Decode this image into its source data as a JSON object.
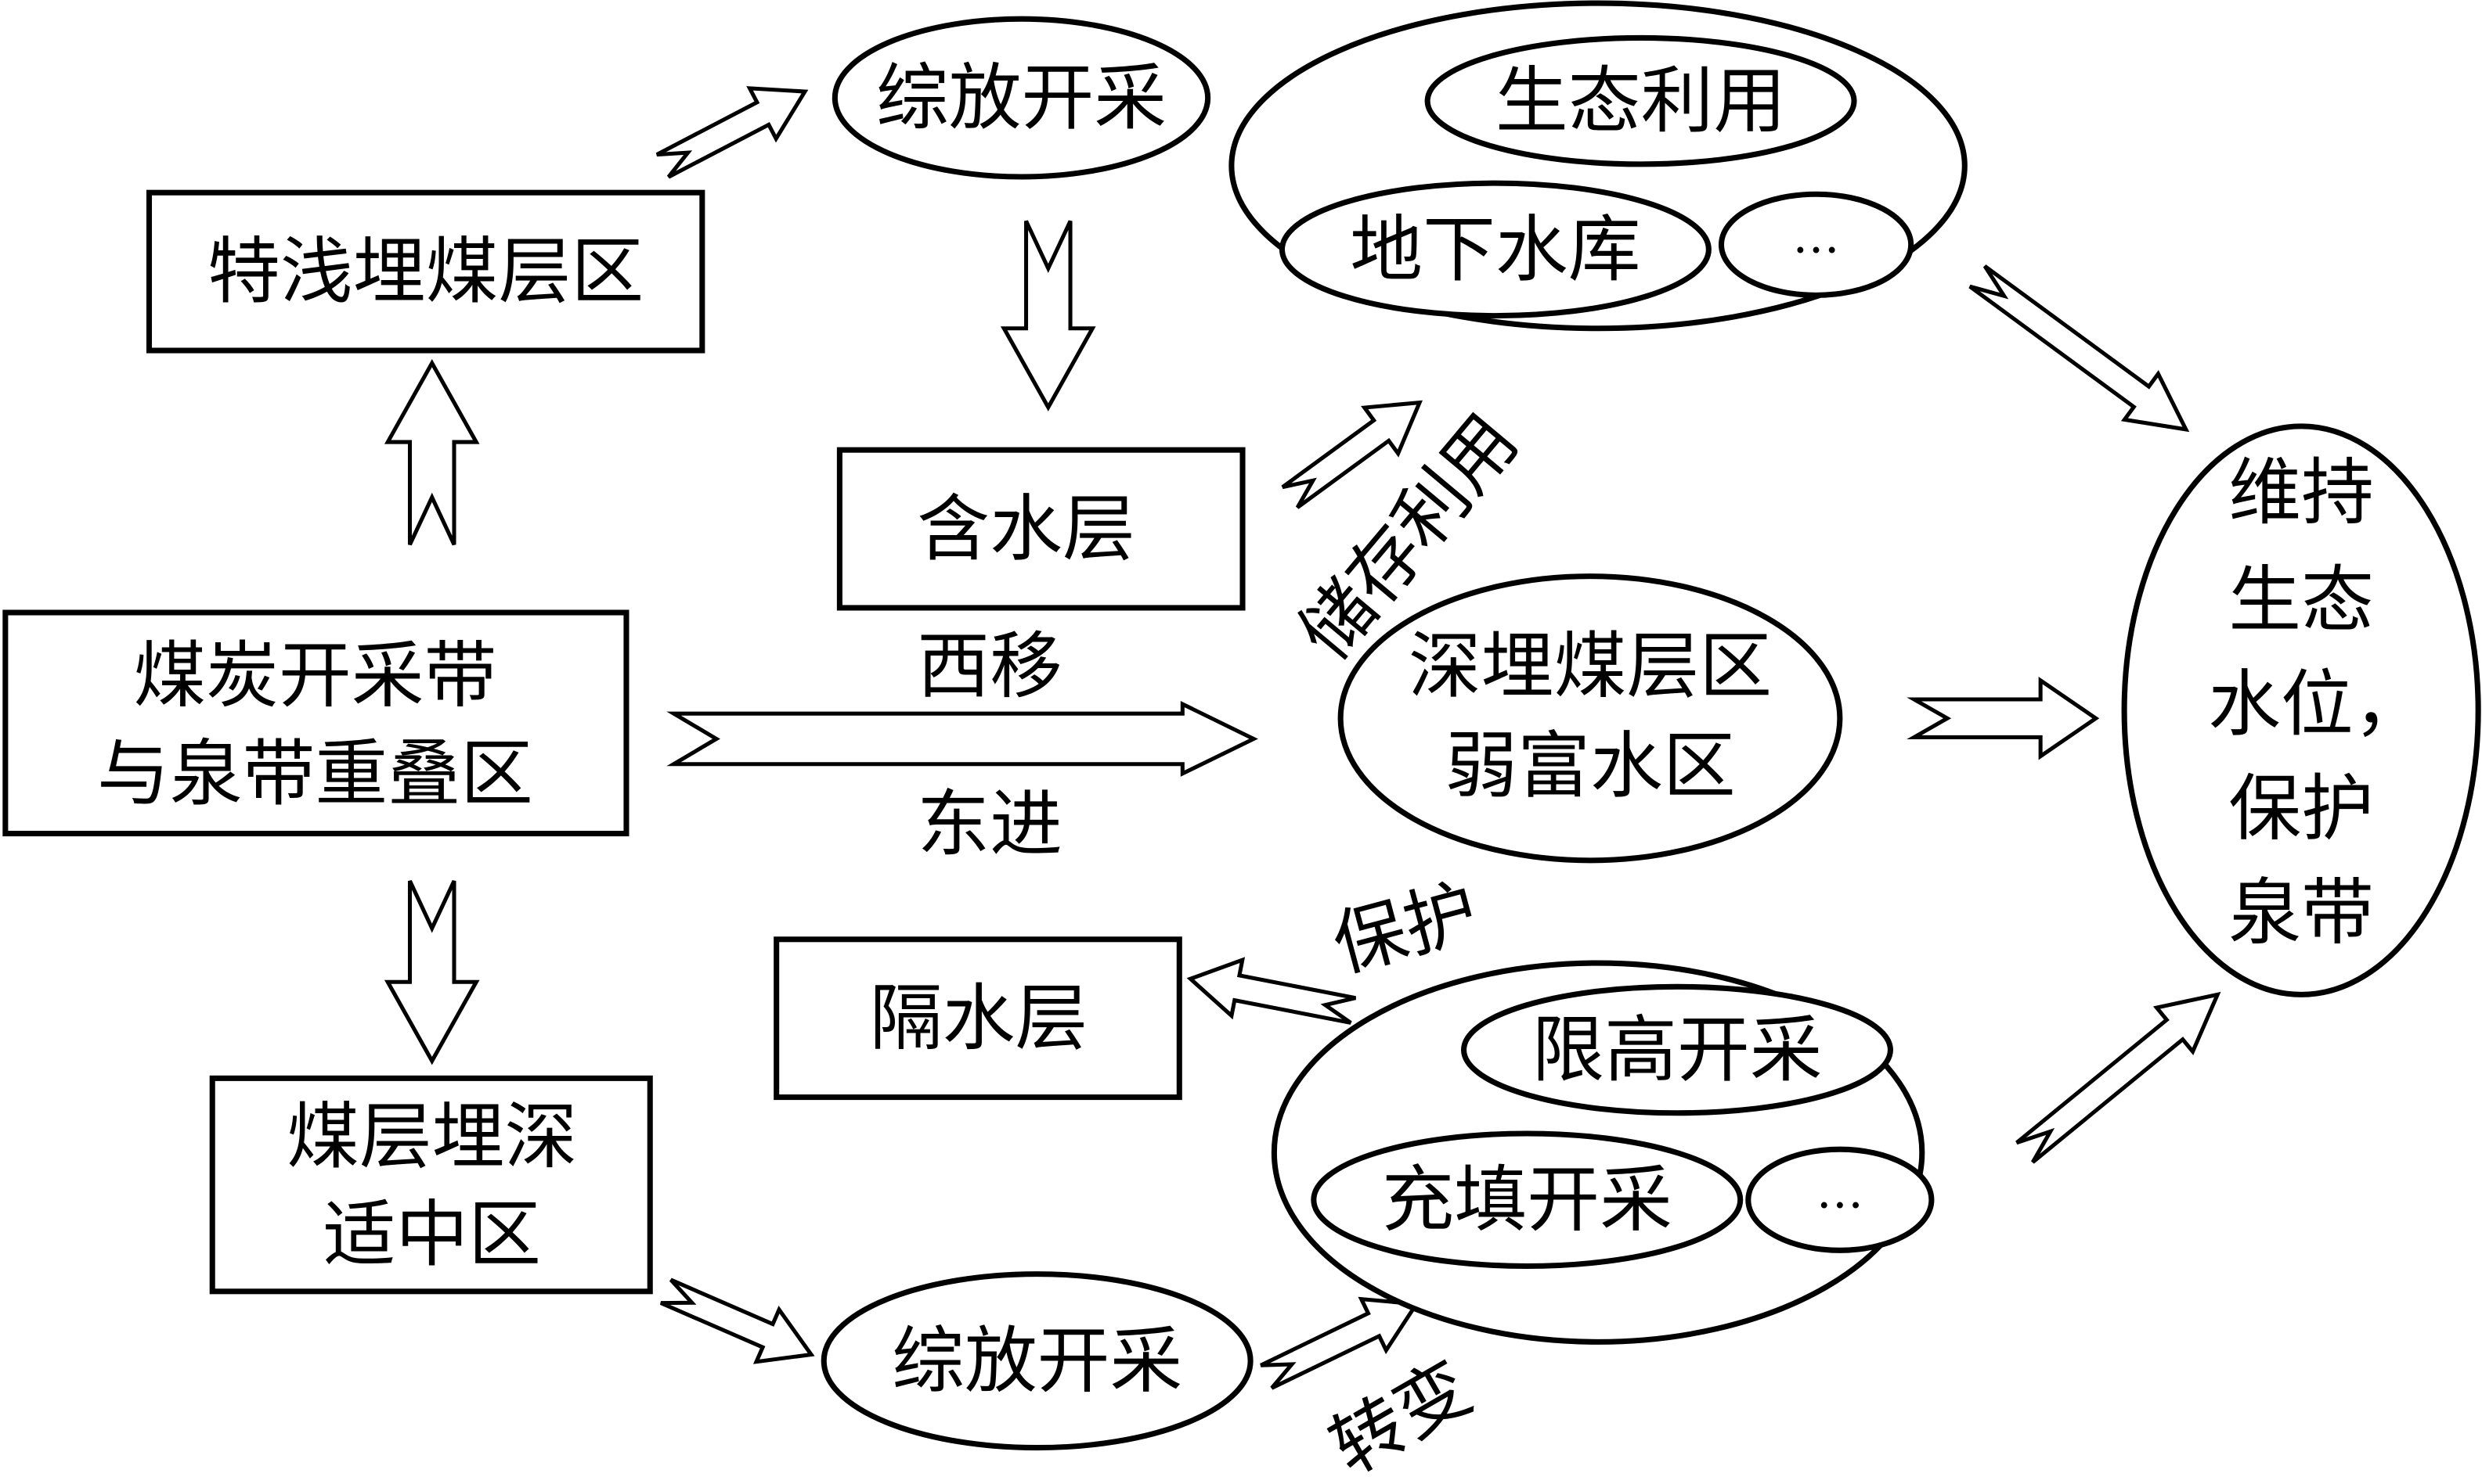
{
  "nodes": {
    "shallow_zone": "特浅埋煤层区",
    "overlap_zone": [
      "煤炭开采带",
      "与泉带重叠区"
    ],
    "medium_zone": [
      "煤层埋深",
      "适中区"
    ],
    "aquifer": "含水层",
    "aquiclude": "隔水层",
    "top_mining": "综放开采",
    "bottom_mining": "综放开采",
    "eco_use": "生态利用",
    "underground_reservoir": "地下水库",
    "top_more": "…",
    "deep_zone": [
      "深埋煤层区",
      "弱富水区"
    ],
    "height_limited": "限高开采",
    "backfill": "充填开采",
    "bottom_more": "…",
    "goal": [
      "维持",
      "生态",
      "水位，",
      "保护",
      "泉带"
    ]
  },
  "labels": {
    "west": "西移",
    "east": "东进",
    "storage": "储存利用",
    "protect": "保护",
    "transform": "转变"
  }
}
